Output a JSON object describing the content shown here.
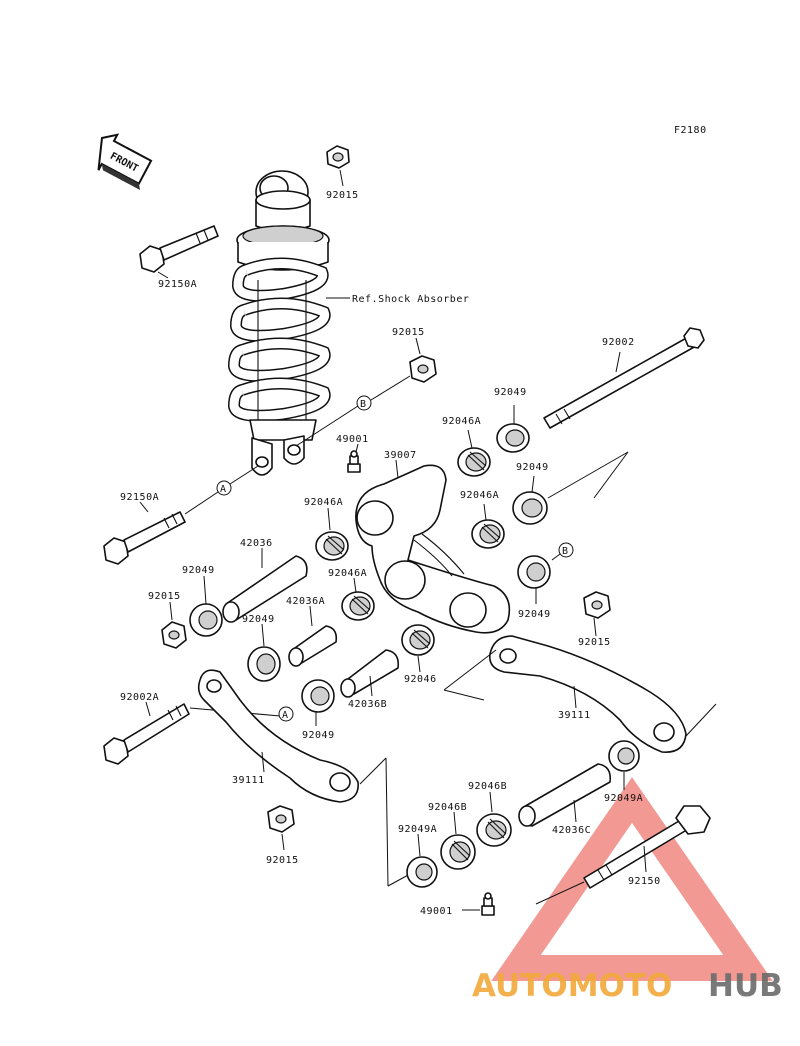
{
  "figure_code": "F2180",
  "front_label": "FRONT",
  "ref_label": "Ref.Shock Absorber",
  "callouts": {
    "a": "A",
    "b": "B"
  },
  "labels": {
    "p92015_top": "92015",
    "p92150A_top": "92150A",
    "p92015_mid": "92015",
    "p92002": "92002",
    "p92049_a": "92049",
    "p92046A_a": "92046A",
    "p49001_top": "49001",
    "p39007": "39007",
    "p92049_b": "92049",
    "p92046A_b": "92046A",
    "p92150A_left": "92150A",
    "p92046A_c": "92046A",
    "p42036": "42036",
    "p92046A_d": "92046A",
    "p92049_c": "92049",
    "p92015_left": "92015",
    "p42036A": "42036A",
    "p92049_d": "92049",
    "p92049_e": "92049",
    "p92015_right": "92015",
    "p92046": "92046",
    "p42036B": "42036B",
    "p39111_right": "39111",
    "p92002A": "92002A",
    "p92049_f": "92049",
    "p39111_left": "39111",
    "p92046B_a": "92046B",
    "p92046B_b": "92046B",
    "p92049A_a": "92049A",
    "p42036C": "42036C",
    "p92049A_b": "92049A",
    "p92015_bottom": "92015",
    "p92150": "92150",
    "p49001_bottom": "49001"
  },
  "watermark": {
    "part1": "AUTOMOTO",
    "part2": "HUB",
    "color1": "#f2a93b",
    "color2": "#6b6b6b",
    "triangle_color": "#e8463c"
  }
}
